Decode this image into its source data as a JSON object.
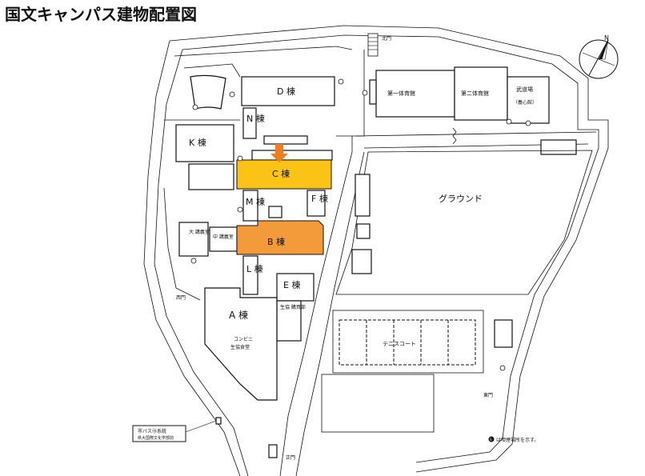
{
  "title": "国文キャンパス建物配置図",
  "colors": {
    "highlight_c": "#FAC316",
    "highlight_b": "#F39A3A",
    "arrow": "#F07D1F",
    "line": "#111111",
    "background": "#ffffff"
  },
  "compass_label": "N",
  "gates": {
    "north": "北門",
    "west": "西門",
    "east": "東門",
    "main": "正門"
  },
  "buildings": {
    "d": {
      "label": "D 棟"
    },
    "n": {
      "label": "N 棟"
    },
    "k": {
      "label": "K 棟"
    },
    "c": {
      "label": "C 棟"
    },
    "m": {
      "label": "M 棟"
    },
    "f": {
      "label": "F 棟"
    },
    "b": {
      "label": "B 棟"
    },
    "l": {
      "label": "L 棟"
    },
    "e": {
      "label": "E 棟"
    },
    "a": {
      "label": "A 棟"
    },
    "large_hall": {
      "label": "大 講義室"
    },
    "medium_hall": {
      "label": "中 講義室"
    },
    "coop_store": {
      "label": "生協 購買部"
    },
    "convenience": {
      "label1": "コンビニ",
      "label2": "生協食堂"
    },
    "gym1": {
      "label": "第一体育館"
    },
    "gym2": {
      "label": "第二体育館"
    },
    "budojo": {
      "label1": "武道場",
      "label2": "（養心館）"
    }
  },
  "areas": {
    "ground": "グラウンド",
    "tennis": "テニスコート"
  },
  "bus": {
    "line1": "市バス⑮系統",
    "line2": "県大国際文化学部前"
  },
  "legend": {
    "symbol": "S",
    "text": "は喫煙場所を示す。"
  }
}
